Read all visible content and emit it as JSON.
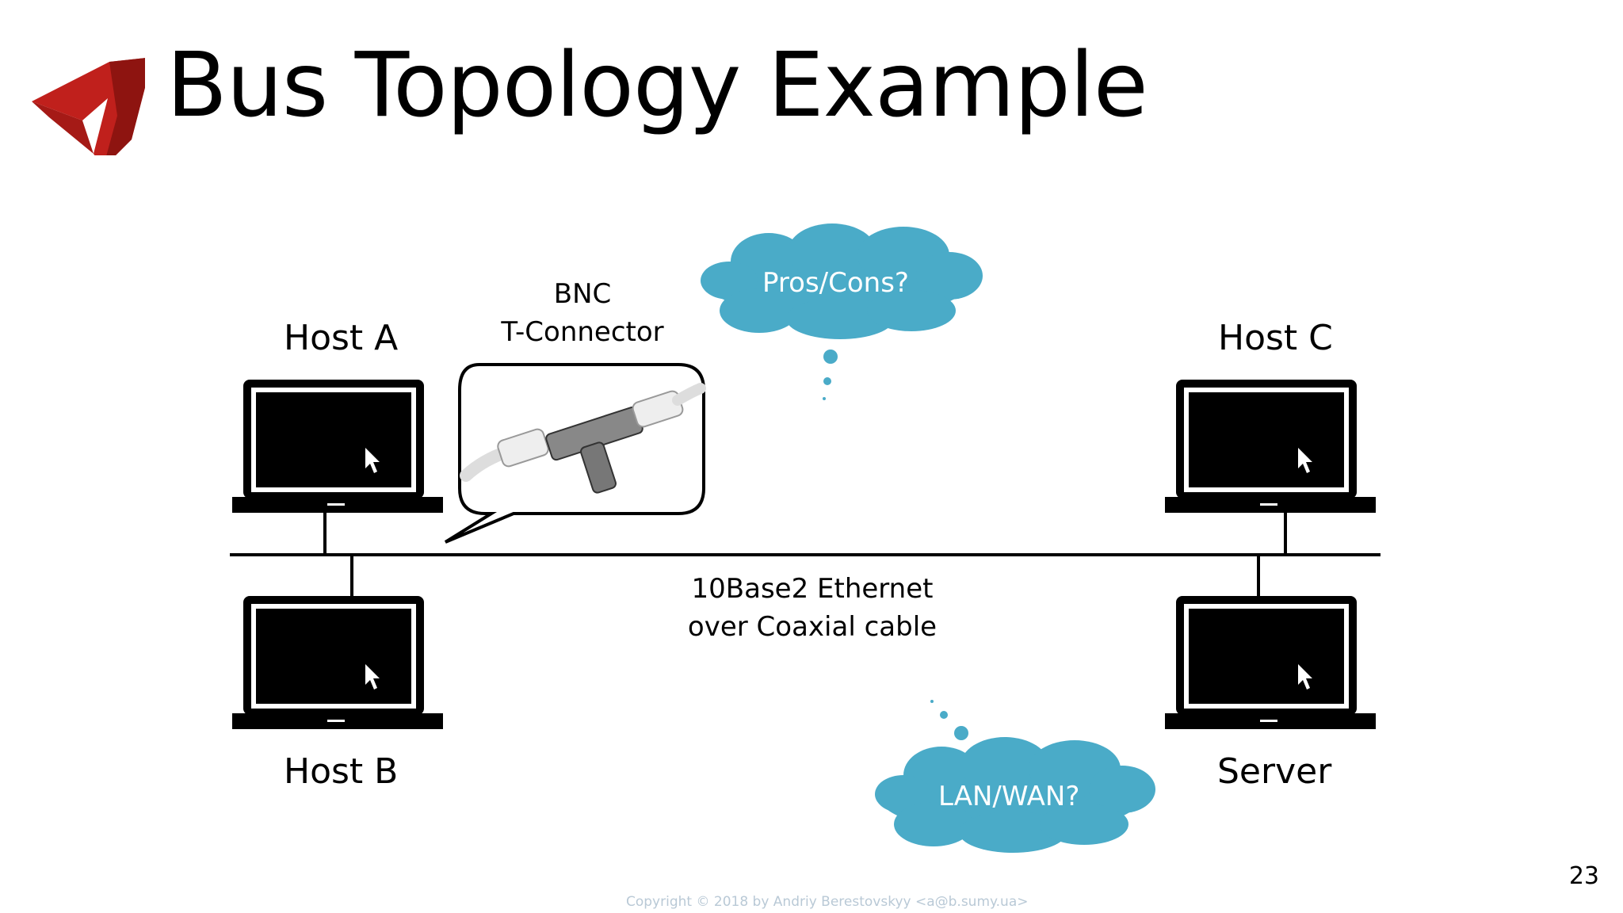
{
  "slide": {
    "title": "Bus Topology Example",
    "page_number": "23",
    "copyright": "Copyright © 2018 by Andriy Berestovskyy <a@b.sumy.ua>"
  },
  "hosts": {
    "host_a": "Host A",
    "host_b": "Host B",
    "host_c": "Host C",
    "server": "Server"
  },
  "connector": {
    "line1": "BNC",
    "line2": "T-Connector"
  },
  "cable": {
    "line1": "10Base2 Ethernet",
    "line2": "over Coaxial cable"
  },
  "thoughts": {
    "pros_cons": "Pros/Cons?",
    "lan_wan": "LAN/WAN?"
  },
  "colors": {
    "cloud": "#4aabc8",
    "logo": "#c0201c",
    "ink": "#000000"
  }
}
